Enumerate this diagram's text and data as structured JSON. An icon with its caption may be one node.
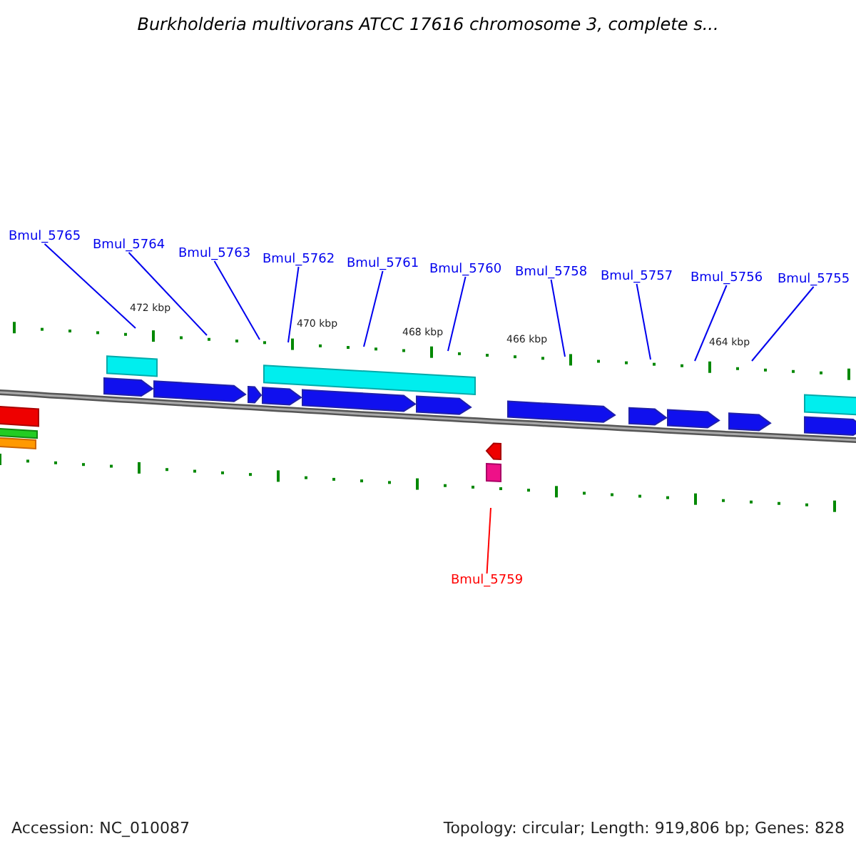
{
  "diagram": {
    "title": "Burkholderia multivorans ATCC 17616 chromosome 3, complete s...",
    "nodes": [
      {
        "text": [
          "Bmul_5765"
        ]
      },
      {
        "text": [
          "Bmul_5764"
        ]
      },
      {
        "text": [
          "Bmul_5763"
        ]
      },
      {
        "text": [
          "Bmul_5762"
        ]
      },
      {
        "text": [
          "Bmul_5761"
        ]
      },
      {
        "text": [
          "Bmul_5760"
        ]
      },
      {
        "text": [
          "Bmul_5758"
        ]
      },
      {
        "text": [
          "Bmul_5757"
        ]
      },
      {
        "text": [
          "Bmul_5756"
        ]
      },
      {
        "text": [
          "Bmul_5755"
        ]
      },
      {
        "text": [
          "Bmul_5759"
        ]
      }
    ],
    "edges": [
      {
        "from": 0,
        "to": null,
        "arrow": "none"
      },
      {
        "from": 1,
        "to": null,
        "arrow": "none"
      },
      {
        "from": 2,
        "to": null,
        "arrow": "none"
      },
      {
        "from": 3,
        "to": null,
        "arrow": "none"
      },
      {
        "from": 4,
        "to": null,
        "arrow": "none"
      },
      {
        "from": 5,
        "to": null,
        "arrow": "none"
      },
      {
        "from": 6,
        "to": null,
        "arrow": "none"
      },
      {
        "from": 7,
        "to": null,
        "arrow": "none"
      },
      {
        "from": 8,
        "to": null,
        "arrow": "none"
      },
      {
        "from": 9,
        "to": null,
        "arrow": "none"
      },
      {
        "from": 10,
        "to": null,
        "arrow": "none",
        "color": "#ff0000"
      }
    ],
    "labels": [
      "472 kbp",
      "470 kbp",
      "468 kbp",
      "466 kbp",
      "464 kbp",
      "Accession: NC_010087",
      "Topology: circular; Length: 919,806 bp; Genes: 828"
    ]
  }
}
